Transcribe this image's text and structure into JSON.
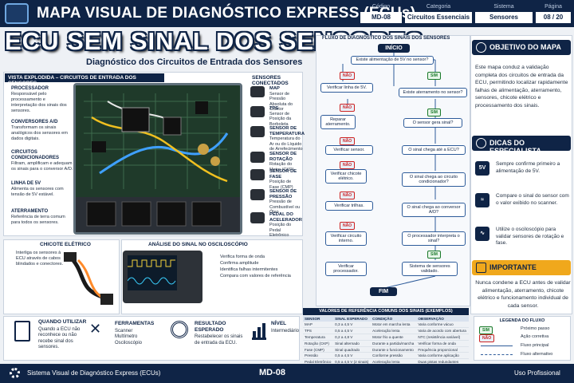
{
  "header": {
    "title": "MAPA VISUAL DE DIAGNÓSTICO EXPRESS (ECUs)",
    "meta": [
      {
        "label": "Código",
        "value": "MD-08"
      },
      {
        "label": "Categoria",
        "value": "Circuitos Essenciais"
      },
      {
        "label": "Sistema",
        "value": "Sensores"
      },
      {
        "label": "Página",
        "value": "08 / 20"
      }
    ]
  },
  "hero": {
    "title": "ECU SEM SINAL DOS SENSORES",
    "subtitle": "Diagnóstico dos Circuitos de Entrada dos Sensores"
  },
  "exploded": {
    "heading": "VISTA EXPLODIDA – CIRCUITOS DE ENTRADA DOS SENSORES",
    "labels": [
      {
        "title": "PROCESSADOR",
        "text": "Responsável pelo processamento e interpretação dos sinais dos sensores."
      },
      {
        "title": "CONVERSORES A/D",
        "text": "Transformam os sinais analógicos dos sensores em dados digitais."
      },
      {
        "title": "CIRCUITOS CONDICIONADORES",
        "text": "Filtram, amplificam e adequam os sinais para o conversor A/D."
      },
      {
        "title": "LINHA DE 5V",
        "text": "Alimenta os sensores com tensão de 5V estável."
      },
      {
        "title": "ATERRAMENTO",
        "text": "Referência de terra comum para todos os sensores."
      }
    ]
  },
  "sensors": {
    "heading": "SENSORES CONECTADOS",
    "items": [
      {
        "title": "MAP",
        "text": "Sensor de Pressão Absoluta do Coletor"
      },
      {
        "title": "TPS",
        "text": "Sensor de Posição da Borboleta"
      },
      {
        "title": "SENSOR DE TEMPERATURA",
        "text": "Temperatura do Ar ou do Líquido de Arrefecimento"
      },
      {
        "title": "SENSOR DE ROTAÇÃO",
        "text": "Rotação do Motor (CKP)"
      },
      {
        "title": "SENSOR DE FASE",
        "text": "Posição de Fase (CMP)"
      },
      {
        "title": "SENSOR DE PRESSÃO",
        "text": "Pressão de Combustível ou Óleo"
      },
      {
        "title": "PEDAL DO ACELERADOR",
        "text": "Posição do Pedal Eletrônico"
      }
    ]
  },
  "harness": {
    "heading": "CHICOTE ELÉTRICO",
    "text": "Interliga os sensores à ECU através de cabos blindados e conectores."
  },
  "scope": {
    "heading": "ANÁLISE DO SINAL NO OSCILOSCÓPIO",
    "bullets": [
      "Verifica forma de onda",
      "Confirma amplitude",
      "Identifica falhas intermitentes",
      "Compara com valores de referência"
    ]
  },
  "flow": {
    "heading": "FLUXO DE DIAGNÓSTICO DOS SINAIS DOS SENSORES",
    "start": "INÍCIO",
    "end": "FIM",
    "yes": "SIM",
    "no": "NÃO",
    "decisions": [
      "Existe alimentação de 5V no sensor?",
      "Existe aterramento no sensor?",
      "O sensor gera sinal?",
      "O sinal chega até a ECU?",
      "O sinal chega ao circuito condicionador?",
      "O sinal chega ao conversor A/D?",
      "O processador interpreta o sinal?"
    ],
    "actions": [
      "Verificar linha de 5V.",
      "Reparar aterramento.",
      "Verificar sensor.",
      "Verificar chicote elétrico.",
      "Verificar trilhas.",
      "Verificar circuito interno.",
      "Verificar processador."
    ],
    "final": "Sistema de sensores validado."
  },
  "objective": {
    "heading": "OBJETIVO DO MAPA",
    "text": "Este mapa conduz a validação completa dos circuitos de entrada da ECU, permitindo localizar rapidamente falhas de alimentação, aterramento, sensores, chicote elétrico e processamento dos sinais."
  },
  "tips": {
    "heading": "DICAS DO ESPECIALISTA",
    "items": [
      {
        "icon": "5V",
        "text": "Sempre confirme primeiro a alimentação de 5V."
      },
      {
        "icon": "",
        "text": "Compare o sinal do sensor com o valor exibido no scanner."
      },
      {
        "icon": "",
        "text": "Utilize o osciloscópio para validar sensores de rotação e fase."
      }
    ]
  },
  "important": {
    "heading": "IMPORTANTE",
    "text": "Nunca condene a ECU antes de validar alimentação, aterramento, chicote elétrico e funcionamento individual de cada sensor."
  },
  "bottom": {
    "when": {
      "title": "QUANDO UTILIZAR",
      "text": "Quando a ECU não reconhece ou não recebe sinal dos sensores."
    },
    "tools": {
      "title": "FERRAMENTAS",
      "items": [
        "Scanner",
        "Multímetro",
        "Osciloscópio"
      ]
    },
    "result": {
      "title": "RESULTADO ESPERADO",
      "text": "Restabelecer os sinais de entrada da ECU."
    },
    "level": {
      "title": "NÍVEL",
      "text": "Intermediário"
    }
  },
  "reference": {
    "heading": "VALORES DE REFERÊNCIA COMUNS DOS SINAIS (EXEMPLOS)",
    "columns": [
      "SENSOR",
      "SINAL ESPERADO",
      "CONDIÇÃO",
      "OBSERVAÇÃO"
    ],
    "rows": [
      [
        "MAP",
        "0,3 a 4,5 V",
        "Motor em marcha lenta",
        "Varia conforme vácuo"
      ],
      [
        "TPS",
        "0,5 a 4,5 V",
        "Aceleração lenta",
        "Varia de acordo com abertura"
      ],
      [
        "Temperatura",
        "0,2 a 4,8 V",
        "Motor frio a quente",
        "NTC (resistência variável)"
      ],
      [
        "Rotação (CKP)",
        "Sinal alternado",
        "Durante a partida/marcha",
        "Verificar forma de onda"
      ],
      [
        "Fase (CMP)",
        "Sinal quadrado",
        "Durante o funcionamento",
        "Frequência proporcional"
      ],
      [
        "Pressão",
        "0,5 a 4,5 V",
        "Conforme pressão",
        "Varia conforme aplicação"
      ],
      [
        "Pedal Eletrônico",
        "0,5 a 4,5 V (2 sinais)",
        "Aceleração lenta",
        "Duas pistas redundantes"
      ]
    ]
  },
  "legend": {
    "heading": "LEGENDA DO FLUXO",
    "items": [
      {
        "tag": "SIM",
        "text": "Próximo passo"
      },
      {
        "tag": "NÃO",
        "text": "Ação corretiva"
      },
      {
        "tag": "",
        "text": "Fluxo principal"
      },
      {
        "tag": "",
        "text": "Fluxo alternativo"
      }
    ]
  },
  "footer": {
    "left": "Sistema Visual de Diagnóstico Express (ECUs)",
    "center": "MD-08",
    "right": "Uso Profissional"
  },
  "colors": {
    "navy": "#0f2446",
    "accent": "#2e5c9a",
    "yes": "#1b7a2b",
    "no": "#cc2222",
    "warning": "#f0a81c"
  }
}
